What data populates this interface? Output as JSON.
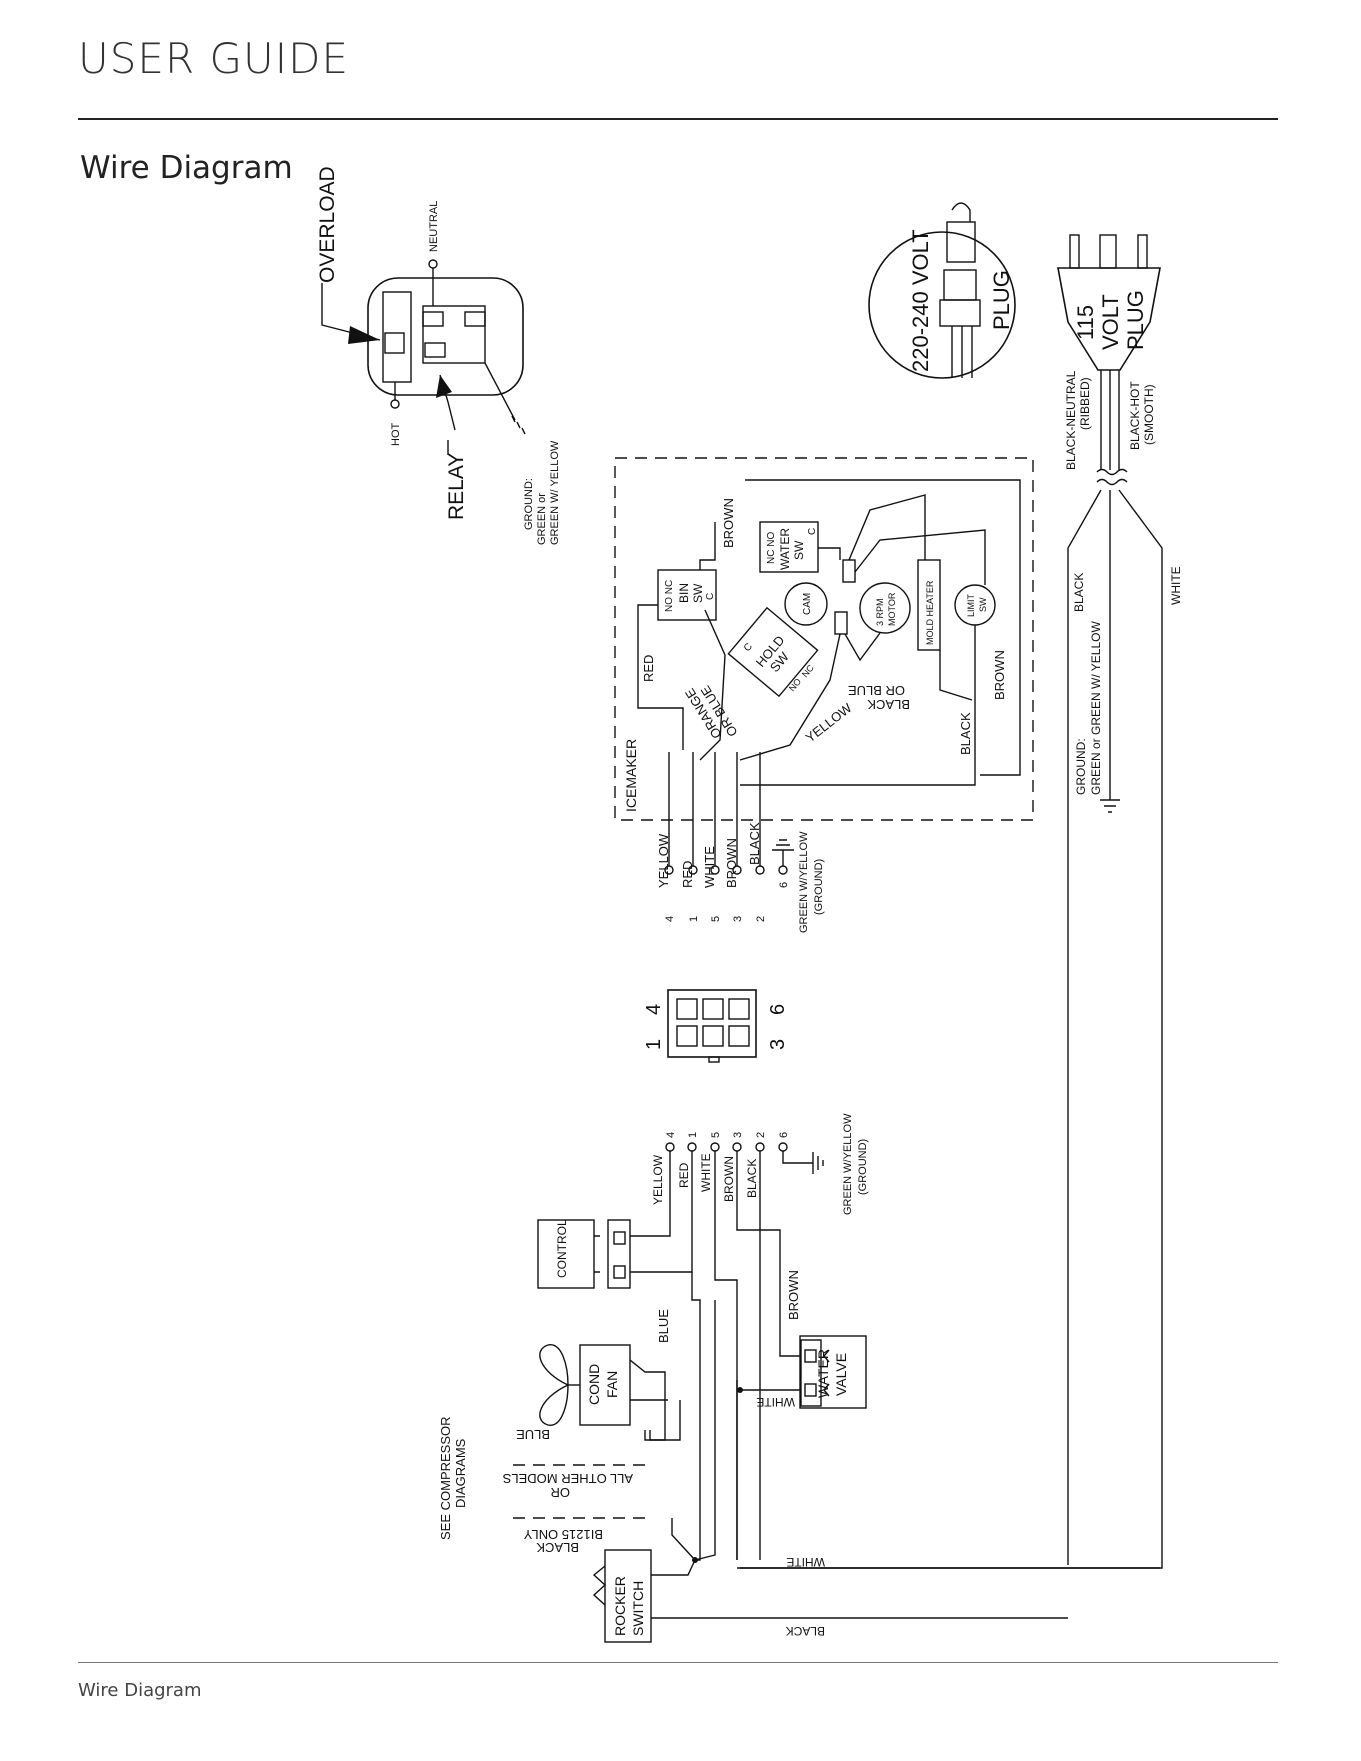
{
  "header": {
    "title": "USER GUIDE"
  },
  "section": {
    "title": "Wire Diagram"
  },
  "footer": {
    "label": "Wire Diagram"
  },
  "relay": {
    "overload": "OVERLOAD",
    "neutral": "NEUTRAL",
    "hot": "HOT",
    "relay": "RELAY",
    "ground_1": "GROUND:",
    "ground_2": "GREEN or",
    "ground_3": "GREEN W/ YELLOW"
  },
  "plugs": {
    "plug220_line1": "220-240 VOLT",
    "plug220_line2": "PLUG",
    "plug115_line1": "115",
    "plug115_line2": "VOLT",
    "plug115_line3": "PLUG",
    "neutral_1": "BLACK-NEUTRAL",
    "neutral_2": "(RIBBED)",
    "hot_1": "BLACK-HOT",
    "hot_2": "(SMOOTH)"
  },
  "cord": {
    "black": "BLACK",
    "white": "WHITE",
    "ground_1": "GROUND:",
    "ground_2": "GREEN  or GREEN W/ YELLOW"
  },
  "icemaker": {
    "title": "ICEMAKER",
    "bin_sw_1": "NO NC",
    "bin_sw_2": "BIN",
    "bin_sw_3": "SW",
    "bin_sw_4": "C",
    "water_sw_1": "NC NO",
    "water_sw_2": "WATER",
    "water_sw_3": "SW",
    "water_sw_4": "C",
    "cam": "CAM",
    "motor_1": "3 RPM",
    "motor_2": "MOTOR",
    "mold_heater": "MOLD HEATER",
    "limit_1": "LIMIT",
    "limit_2": "SW",
    "hold_1": "C",
    "hold_2": "HOLD",
    "hold_3": "SW",
    "hold_4": "NO",
    "hold_5": "NC",
    "brown_top": "BROWN",
    "red": "RED",
    "orange_1": "ORANGE",
    "orange_2": "OR BLUE",
    "yellow": "YELLOW",
    "black_or_blue_1": "BLACK",
    "black_or_blue_2": "OR BLUE",
    "brown_right": "BROWN",
    "black_right": "BLACK"
  },
  "terminals": {
    "wires": [
      {
        "num": "4",
        "color": "YELLOW"
      },
      {
        "num": "1",
        "color": "RED"
      },
      {
        "num": "5",
        "color": "WHITE"
      },
      {
        "num": "3",
        "color": "BROWN"
      },
      {
        "num": "2",
        "color": "BLACK"
      },
      {
        "num": "6",
        "color": ""
      }
    ],
    "ground_1": "GREEN W/YELLOW",
    "ground_2": "(GROUND)"
  },
  "connector": {
    "pin1": "1",
    "pin4": "4",
    "pin3": "3",
    "pin6": "6"
  },
  "lower": {
    "control": "CONTROL",
    "cond_fan_1": "COND",
    "cond_fan_2": "FAN",
    "water_valve_1": "WATER",
    "water_valve_2": "VALVE",
    "rocker_1": "ROCKER",
    "rocker_2": "SWITCH",
    "blue_1": "BLUE",
    "blue_2": "BLUE",
    "brown": "BROWN",
    "white_1": "WHITE",
    "white_2": "WHITE",
    "black_bottom": "BLACK",
    "see_1": "SEE COMPRESSOR",
    "see_2": "DIAGRAMS",
    "all_other": "ALL OTHER MODELS",
    "or": "OR",
    "bi_1": "BI1215 ONLY",
    "bi_2": "BLACK"
  }
}
